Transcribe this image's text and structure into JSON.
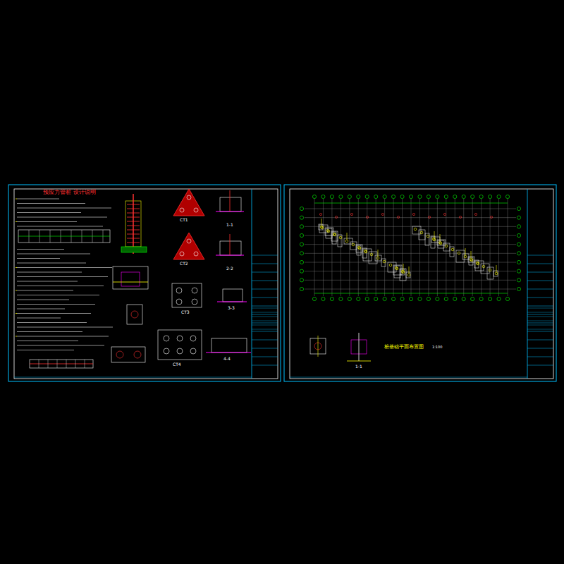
{
  "diagram": {
    "title": "预应力管桩 设计说明",
    "labels": [
      "CT1",
      "CT2",
      "CT3",
      "CT4",
      "1-1",
      "2-2",
      "3-3",
      "4-4",
      "桩基础平面布置图",
      "1:100",
      "1-1"
    ]
  }
}
